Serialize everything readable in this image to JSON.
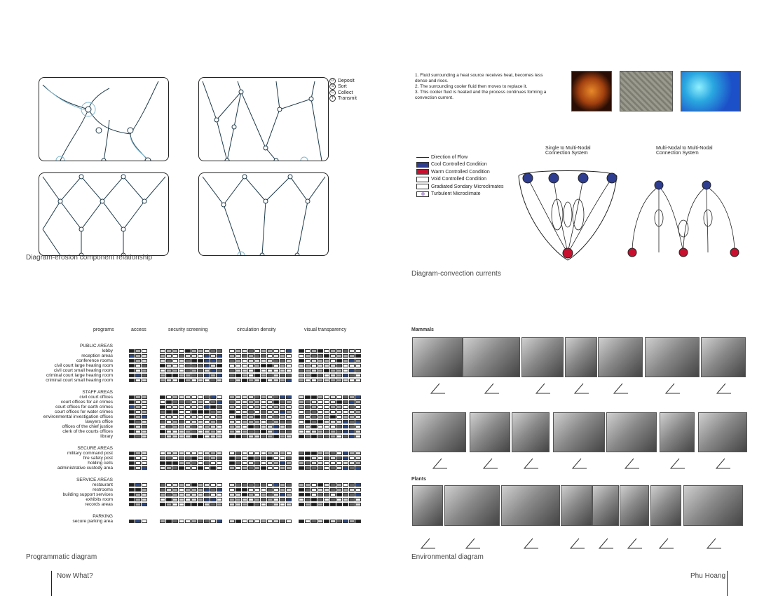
{
  "erosion": {
    "caption": "Diagram-erosion component relationship",
    "legend": [
      {
        "key": "D",
        "label": "Deposit"
      },
      {
        "key": "S",
        "label": "Sort"
      },
      {
        "key": "C",
        "label": "Collect"
      },
      {
        "key": "T",
        "label": "Transmit"
      }
    ]
  },
  "convection": {
    "caption": "Diagram-convection currents",
    "notes": [
      "1. Fluid surrounding a heat source receives heat, becomes less",
      "dense and rises.",
      "2. The surrounding cooler fluid then moves to replace it.",
      "3. This cooler fluid is heated and the process continues forming a",
      "convection current."
    ],
    "legend": [
      {
        "label": "Direction of Flow",
        "color": "none"
      },
      {
        "label": "Cool Controlled Condition",
        "color": "#2e3d8f"
      },
      {
        "label": "Warm Controlled Condition",
        "color": "#c8102e"
      },
      {
        "label": "Void Controlled Condition",
        "color": "#ffffff"
      },
      {
        "label": "Gradiated Sondary Microclimates",
        "color": "#ffffff"
      },
      {
        "label": "Turbulent Microclimate",
        "color": "#b9a0d8"
      }
    ],
    "diagram1_title": [
      "Single to Multi-Nodal",
      "Connection System"
    ],
    "diagram2_title": [
      "Multi-Nodal to Multi-Nodal",
      "Connection System"
    ],
    "cool_color": "#2e3d8f",
    "warm_color": "#c8102e"
  },
  "programmatic": {
    "caption": "Programmatic diagram",
    "headers": [
      "programs",
      "access",
      "security screening",
      "circulation density",
      "visual transparency"
    ],
    "groups": [
      {
        "title": "PUBLIC AREAS",
        "items": [
          "lobby",
          "reception areas",
          "conference rooms",
          "civil court large hearing room",
          "civil court small hearing room",
          "criminal court large hearing room",
          "criminal court small hearing room"
        ]
      },
      {
        "title": "STAFF AREAS",
        "items": [
          "civil court offices",
          "court offices for air crimes",
          "court offices for earth crimes",
          "court offices for water crimes",
          "environmental investigation offices",
          "lawyers office",
          "offices of the chief justice",
          "clerk of the courts offices",
          "library"
        ]
      },
      {
        "title": "SECURE AREAS",
        "items": [
          "military command post",
          "fire safety post",
          "holding cells",
          "administrative custody area"
        ]
      },
      {
        "title": "SERVICE AREAS",
        "items": [
          "restaurant",
          "restrooms",
          "building support services",
          "exhibits room",
          "records areas"
        ]
      },
      {
        "title": "PARKING",
        "items": [
          "secure parking area"
        ]
      }
    ],
    "blue": "#2b4a8a"
  },
  "environmental": {
    "caption": "Environmental diagram",
    "mammals_label": "Mammals",
    "plants_label": "Plants"
  },
  "footer": {
    "left": "Now What?",
    "right": "Phu Hoang"
  }
}
